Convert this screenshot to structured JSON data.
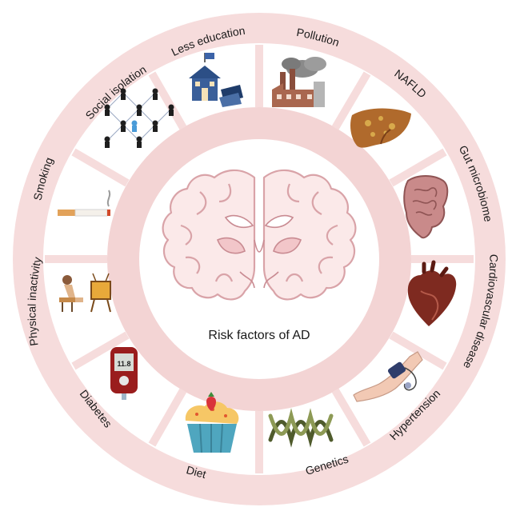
{
  "center": {
    "title": "Risk  factors of AD"
  },
  "factors": [
    {
      "id": "pollution",
      "label": "Pollution",
      "icon": "factory-icon"
    },
    {
      "id": "nafld",
      "label": "NAFLD",
      "icon": "liver-icon"
    },
    {
      "id": "gut-microbiome",
      "label": "Gut microbiome",
      "icon": "intestine-icon"
    },
    {
      "id": "cardiovascular-disease",
      "label": "Cardiovascular disease",
      "icon": "heart-icon"
    },
    {
      "id": "hypertension",
      "label": "Hypertension",
      "icon": "blood-pressure-cuff-icon"
    },
    {
      "id": "genetics",
      "label": "Genetics",
      "icon": "dna-icon"
    },
    {
      "id": "diet",
      "label": "Diet",
      "icon": "cupcake-icon"
    },
    {
      "id": "diabetes",
      "label": "Diabetes",
      "icon": "glucose-meter-icon",
      "reading": "11.8"
    },
    {
      "id": "physical-inactivity",
      "label": "Physical inactivity",
      "icon": "tv-watching-icon"
    },
    {
      "id": "smoking",
      "label": "Smoking",
      "icon": "cigarette-icon"
    },
    {
      "id": "social-isolation",
      "label": "Social isolation",
      "icon": "network-people-icon"
    },
    {
      "id": "less-education",
      "label": "Less education",
      "icon": "school-icon"
    }
  ],
  "colors": {
    "ring": "#f6dcdc",
    "ring_edge": "#ecc4c4",
    "divider": "#ffffff",
    "brain_fill": "#fbe9e9",
    "brain_stroke": "#d9a3a8",
    "text": "#1a1a1a"
  }
}
